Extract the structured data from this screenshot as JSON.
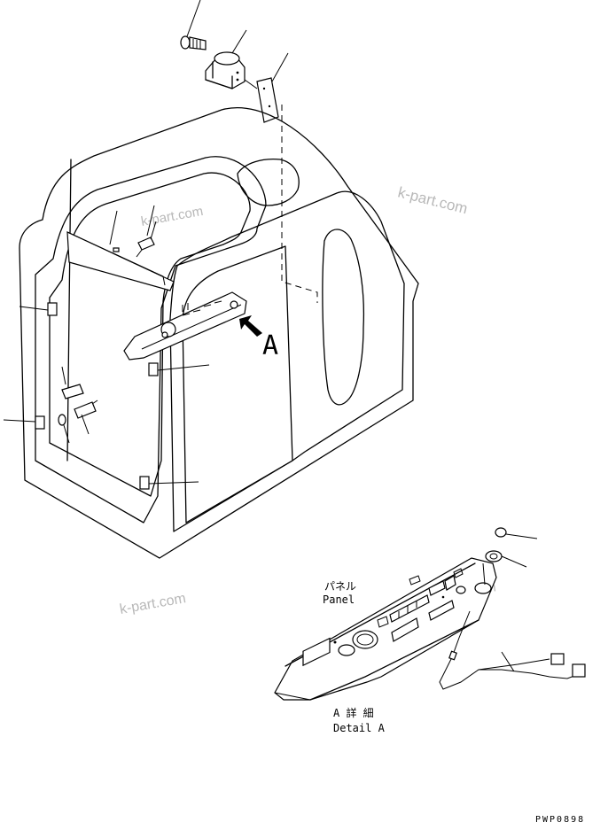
{
  "drawing_code": "PWP0898",
  "view_marker": "A",
  "watermark_text": "k-part.com",
  "panel_label": {
    "jp": "パネル",
    "en": "Panel"
  },
  "detail_label": {
    "jp": "A 詳 細",
    "en": "Detail A"
  }
}
